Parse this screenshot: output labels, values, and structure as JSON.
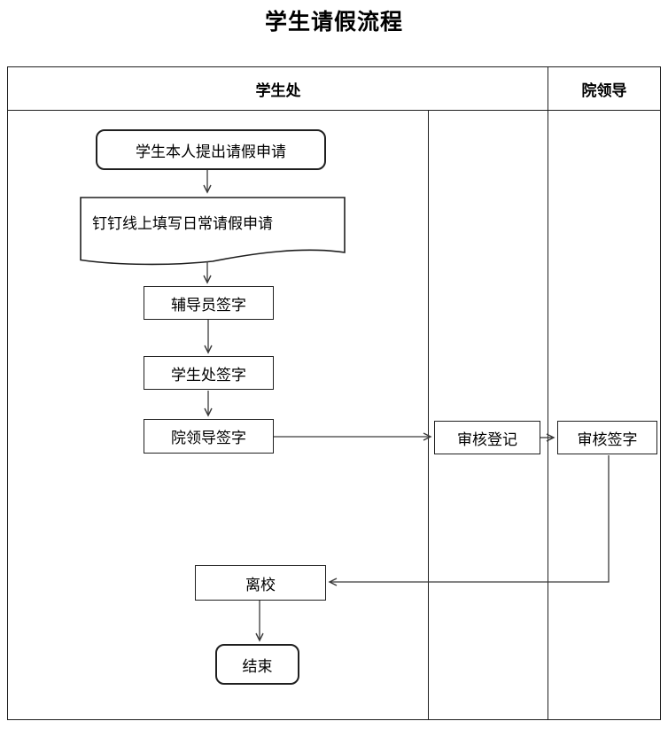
{
  "title": "学生请假流程",
  "lanes": {
    "left": "学生处",
    "right": "院领导"
  },
  "nodes": {
    "start": "学生本人提出请假申请",
    "form": "钉钉线上填写日常请假申请",
    "counselor_sign": "辅导员签字",
    "student_affairs_sign": "学生处签字",
    "dean_sign": "院领导签字",
    "review_register": "审核登记",
    "review_sign": "审核签字",
    "leave_school": "离校",
    "end": "结束"
  },
  "edges": [
    {
      "from": "start",
      "to": "form"
    },
    {
      "from": "form",
      "to": "counselor_sign"
    },
    {
      "from": "counselor_sign",
      "to": "student_affairs_sign"
    },
    {
      "from": "student_affairs_sign",
      "to": "dean_sign"
    },
    {
      "from": "dean_sign",
      "to": "review_register"
    },
    {
      "from": "review_register",
      "to": "review_sign"
    },
    {
      "from": "review_sign",
      "to": "leave_school"
    },
    {
      "from": "leave_school",
      "to": "end"
    }
  ],
  "colors": {
    "line": "#3a3a3a",
    "border": "#1f1f1f",
    "background": "#ffffff",
    "text": "#000000"
  }
}
